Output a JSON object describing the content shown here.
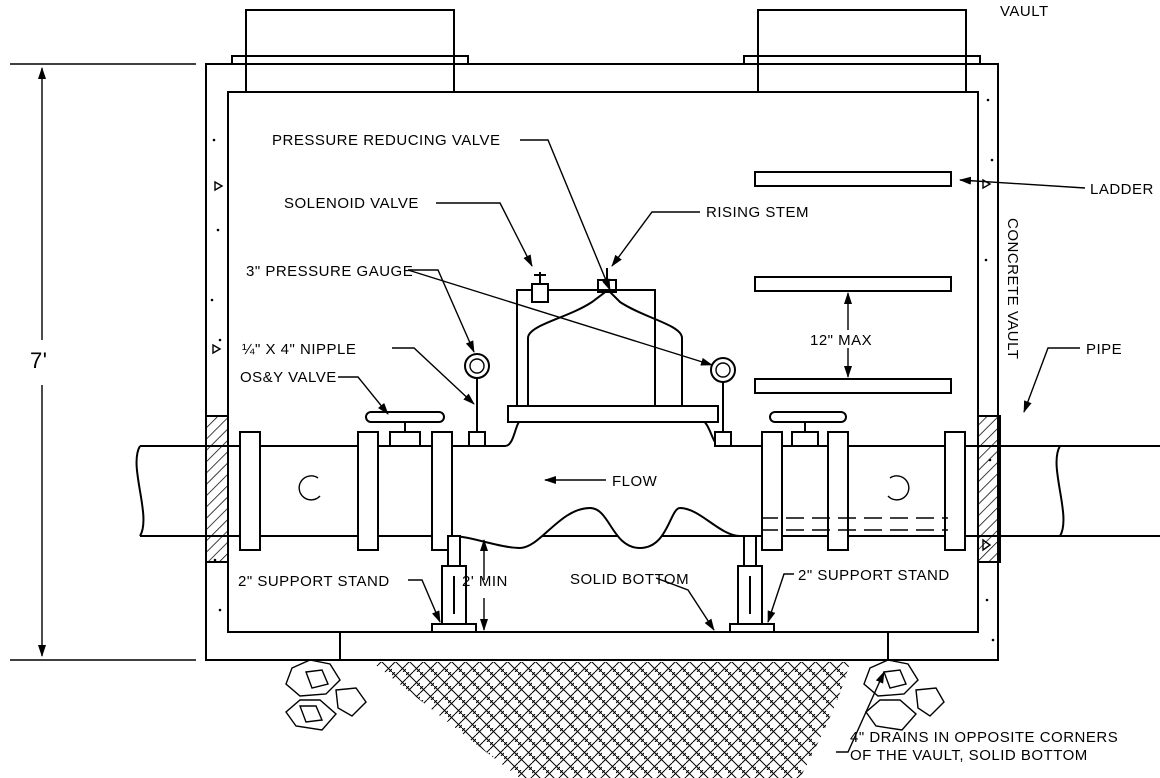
{
  "labels": {
    "vault_top": "VAULT",
    "pressure_reducing_valve": "PRESSURE REDUCING VALVE",
    "ladder": "LADDER",
    "solenoid_valve": "SOLENOID VALVE",
    "rising_stem": "RISING STEM",
    "pressure_gauge": "3\" PRESSURE GAUGE",
    "concrete_vault": "CONCRETE VAULT",
    "height": "7'",
    "nipple": "¼\" X 4\" NIPPLE",
    "ladder_spacing": "12\" MAX",
    "pipe": "PIPE",
    "osy_valve": "OS&Y VALVE",
    "flow": "FLOW",
    "support_stand_left": "2\" SUPPORT STAND",
    "support_stand_right": "2\" SUPPORT STAND",
    "min_clearance": "2' MIN",
    "solid_bottom": "SOLID BOTTOM",
    "drains_line1": "4\" DRAINS IN OPPOSITE CORNERS",
    "drains_line2": "OF THE VAULT, SOLID BOTTOM"
  }
}
